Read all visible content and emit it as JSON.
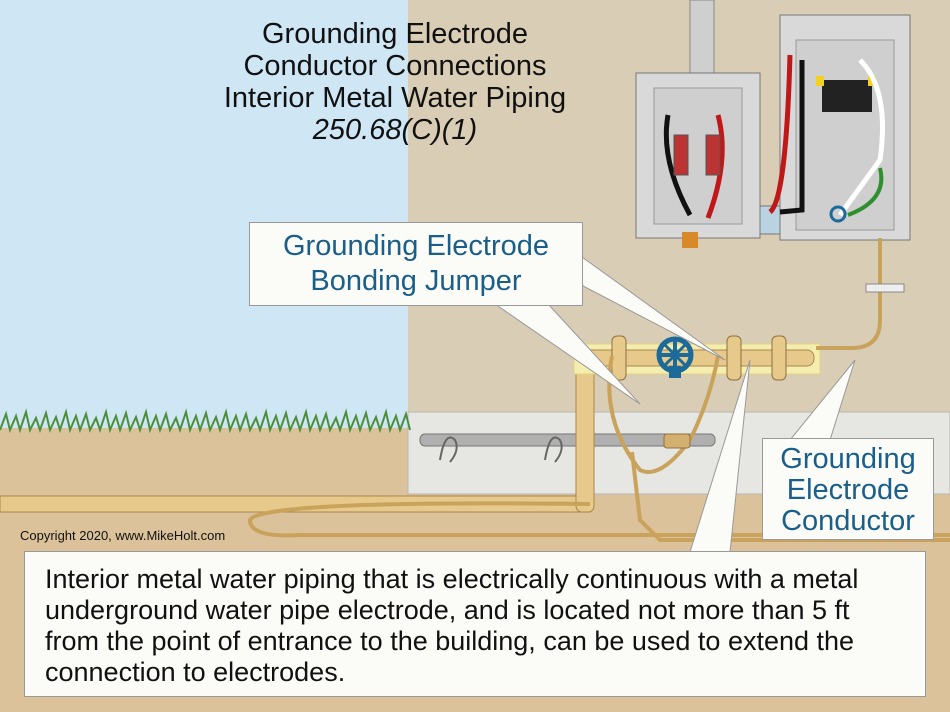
{
  "title": {
    "line1": "Grounding Electrode",
    "line2": "Conductor Connections",
    "line3": "Interior Metal Water Piping",
    "reference": "250.68(C)(1)"
  },
  "callouts": {
    "jumper": {
      "line1": "Grounding Electrode",
      "line2": "Bonding Jumper"
    },
    "gec": {
      "line1": "Grounding",
      "line2": "Electrode",
      "line3": "Conductor"
    }
  },
  "copyright": "Copyright 2020, www.MikeHolt.com",
  "caption": "Interior metal water piping that is electrically continuous with a metal underground water pipe electrode, and is located not more than 5 ft from the point of entrance to the building, can be used to extend the connection to electrodes.",
  "colors": {
    "sky": "#cfe6f5",
    "wall": "#d9ceb5",
    "soil": "#dcc29a",
    "grass": "#4d8f3a",
    "footing": "#e6e6e2",
    "pipe": "#e7c98c",
    "pipe_edge": "#a8874a",
    "panel": "#d9d9d9",
    "valve": "#1b6a9a",
    "callout_text": "#1a5e8a"
  }
}
